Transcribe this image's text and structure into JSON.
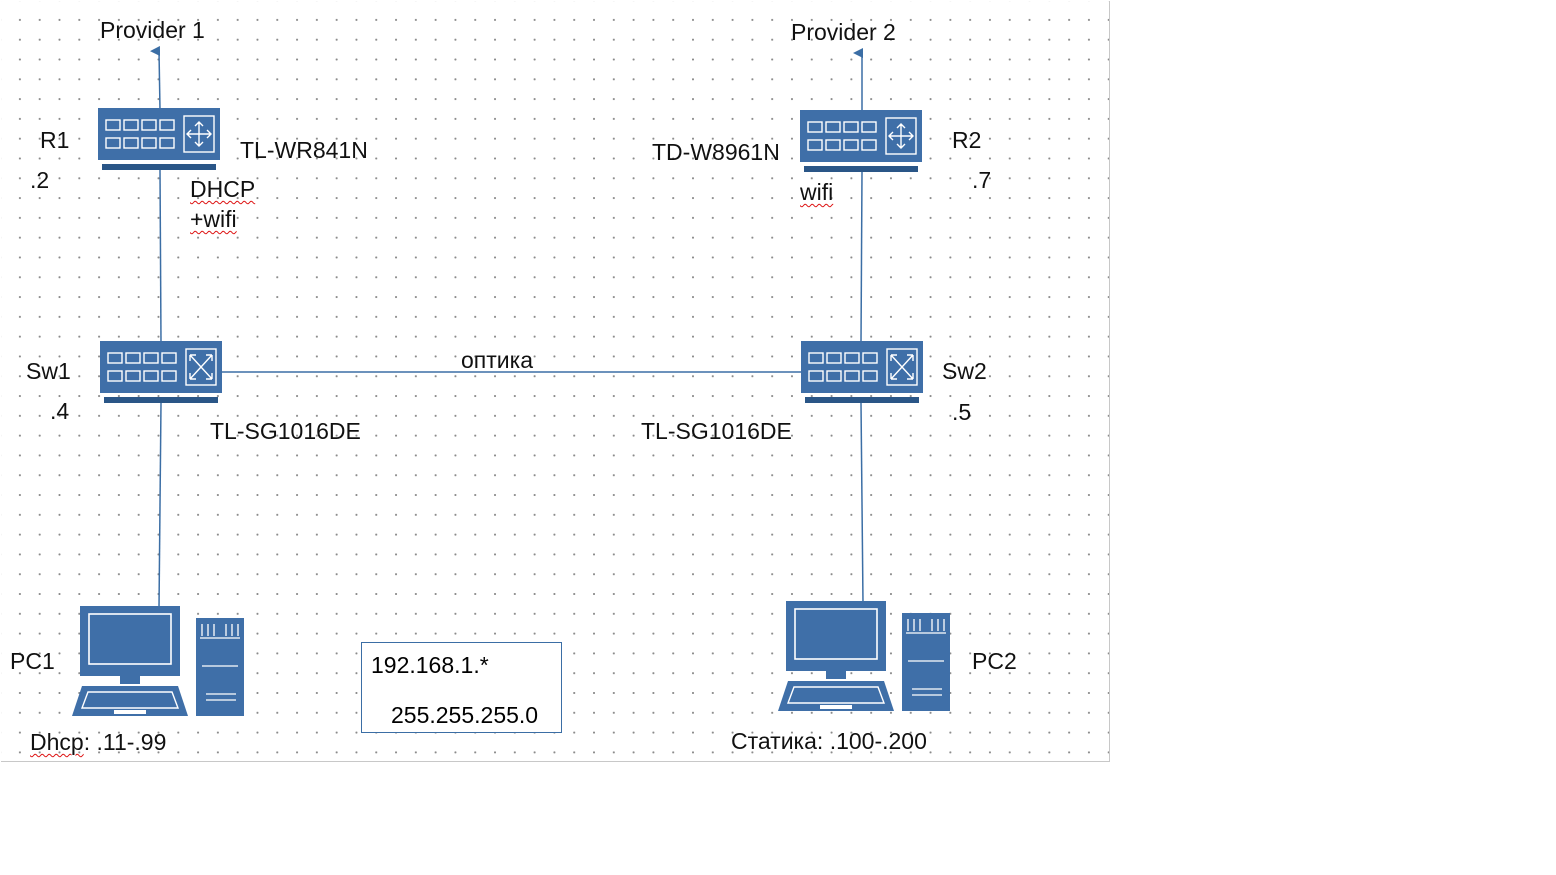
{
  "colors": {
    "device_blue": "#3f6fa8",
    "device_dark": "#2a5687",
    "link": "#3b6ea5"
  },
  "providers": {
    "p1": "Provider 1",
    "p2": "Provider 2"
  },
  "routers": {
    "r1": {
      "name": "R1",
      "ip": ".2",
      "model": "TL-WR841N",
      "note1": "DHCP",
      "note2": "+wifi",
      "icon": "router-icon"
    },
    "r2": {
      "name": "R2",
      "ip": ".7",
      "model": "TD-W8961N",
      "note1": "wifi",
      "icon": "router-icon"
    }
  },
  "switches": {
    "sw1": {
      "name": "Sw1",
      "ip": ".4",
      "model": "TL-SG1016DE",
      "icon": "switch-icon"
    },
    "sw2": {
      "name": "Sw2",
      "ip": ".5",
      "model": "TL-SG1016DE",
      "icon": "switch-icon"
    }
  },
  "link_label": "оптика",
  "pcs": {
    "pc1": {
      "name": "PC1",
      "range_prefix": "Dhcp",
      "range_rest": ": .11-.99",
      "icon": "pc-icon"
    },
    "pc2": {
      "name": "PC2",
      "range": "Статика: .100-.200",
      "icon": "pc-icon"
    }
  },
  "network": {
    "subnet": "192.168.1.*",
    "mask": "255.255.255.0"
  }
}
